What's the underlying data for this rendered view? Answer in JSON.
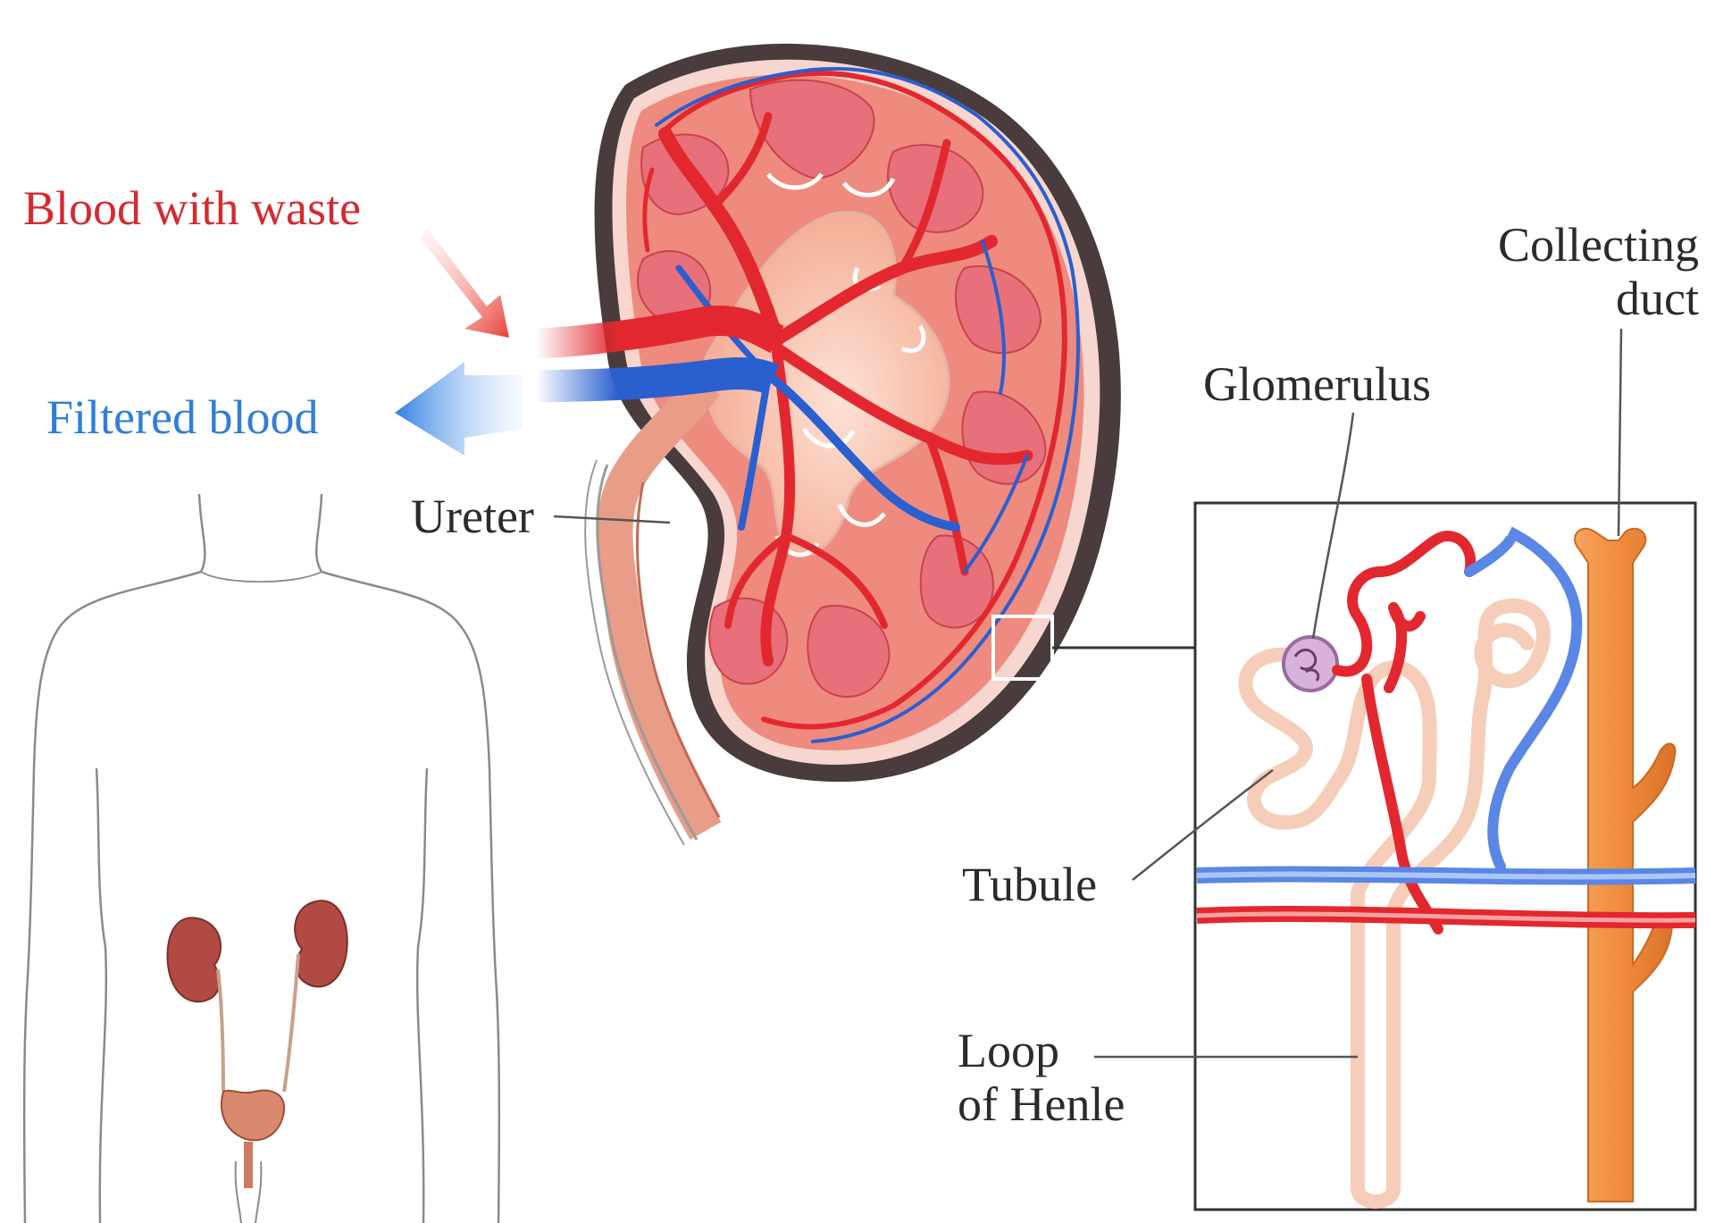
{
  "labels": {
    "blood_with_waste": "Blood with waste",
    "filtered_blood": "Filtered blood",
    "ureter": "Ureter",
    "glomerulus": "Glomerulus",
    "collecting_duct_line1": "Collecting",
    "collecting_duct_line2": "duct",
    "tubule": "Tubule",
    "loop_of_henle_line1": "Loop",
    "loop_of_henle_line2": "of Henle"
  },
  "colors": {
    "artery": "#e2282e",
    "vein": "#2a5fd0",
    "kidney_tissue": "#ef8a7e",
    "kidney_capsule": "#4a3b3d",
    "tubule": "#f6cdb8",
    "collecting_duct": "#ee8a3c",
    "glomerulus": "#b98bbf",
    "body_outline": "#8a8a8a"
  }
}
